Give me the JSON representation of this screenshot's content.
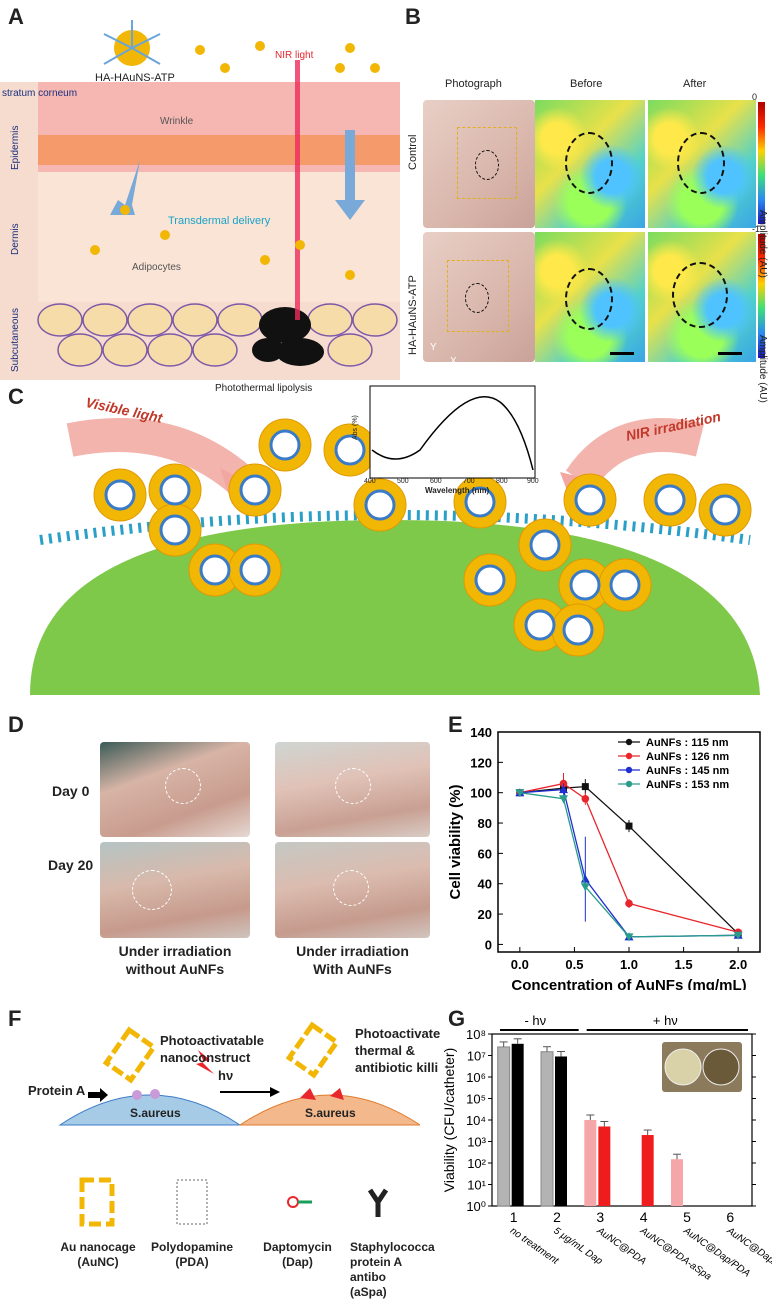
{
  "panels": {
    "A": {
      "label": "A",
      "particle_name": "HA-HAuNS-ATP",
      "nir_light": "NIR light",
      "layers": [
        "stratum corneum",
        "Epidermis",
        "Dermis",
        "Subcutaneous"
      ],
      "wrinkle": "Wrinkle",
      "transdermal": "Transdermal delivery",
      "adipocytes": "Adipocytes",
      "lipolysis": "Photothermal lipolysis"
    },
    "B": {
      "label": "B",
      "columns": [
        "Photograph",
        "Before",
        "After"
      ],
      "rows": [
        "Control",
        "HA-HAuNS-ATP"
      ],
      "colorbar_label": "Amplitude (AU)",
      "cb_max": "0",
      "cb_min": "-1",
      "axis_y": "Y",
      "axis_x": "X"
    },
    "C": {
      "label": "C",
      "visible": "Visible light",
      "nir": "NIR irradiation",
      "inset_ylabel": "Abs (%)",
      "inset_xlabel": "Wavelength (nm)",
      "inset_ticks": [
        "400",
        "500",
        "600",
        "700",
        "800",
        "900"
      ]
    },
    "D": {
      "label": "D",
      "rows": [
        "Day 0",
        "Day 20"
      ],
      "captions": [
        {
          "line1": "Under irradiation",
          "line2": "without AuNFs"
        },
        {
          "line1": "Under irradiation",
          "line2": "With AuNFs"
        }
      ]
    },
    "E": {
      "label": "E"
    },
    "F": {
      "label": "F",
      "nanoconstruct": [
        "Photoactivatable",
        "nanoconstruct"
      ],
      "hv": "hν",
      "result": [
        "Photoactivate",
        "thermal &",
        "antibiotic killi"
      ],
      "protein_a": "Protein A",
      "bacteria": "S.aureus",
      "legend": [
        {
          "line1": "Au nanocage",
          "line2": "(AuNC)"
        },
        {
          "line1": "Polydopamine",
          "line2": "(PDA)"
        },
        {
          "line1": "Daptomycin",
          "line2": "(Dap)"
        },
        {
          "line1": "Staphylococca",
          "line2": "protein A antibo",
          "line3": "(aSpa)"
        }
      ]
    },
    "G": {
      "label": "G",
      "minus_hv": "- hν",
      "plus_hv": "+ hν"
    }
  },
  "chart_data": [
    {
      "type": "line",
      "panel": "E",
      "xlabel": "Concentration of AuNFs (mg/mL)",
      "ylabel": "Cell viability (%)",
      "xlim": [
        -0.2,
        2.2
      ],
      "ylim": [
        -5,
        140
      ],
      "xticks": [
        "0.0",
        "0.5",
        "1.0",
        "1.5",
        "2.0"
      ],
      "yticks": [
        "0",
        "20",
        "40",
        "60",
        "80",
        "100",
        "120",
        "140"
      ],
      "legend_position": "top-right",
      "series": [
        {
          "name": "AuNFs : 115 nm",
          "color": "#111111",
          "marker": "square",
          "x": [
            0,
            0.4,
            0.6,
            1.0,
            2.0
          ],
          "y": [
            100,
            103,
            104,
            78,
            7
          ],
          "err": [
            1,
            3,
            5,
            4,
            2
          ]
        },
        {
          "name": "AuNFs : 126 nm",
          "color": "#e8262c",
          "marker": "circle",
          "x": [
            0,
            0.4,
            0.6,
            1.0,
            2.0
          ],
          "y": [
            100,
            106,
            96,
            27,
            8
          ],
          "err": [
            1,
            7,
            4,
            3,
            1
          ]
        },
        {
          "name": "AuNFs : 145 nm",
          "color": "#1f2fd1",
          "marker": "triangle",
          "x": [
            0,
            0.4,
            0.6,
            1.0,
            2.0
          ],
          "y": [
            100,
            102,
            43,
            5,
            6
          ],
          "err": [
            1,
            4,
            28,
            1,
            1
          ]
        },
        {
          "name": "AuNFs : 153 nm",
          "color": "#2a9c8c",
          "marker": "tri-down",
          "x": [
            0,
            0.4,
            0.6,
            1.0,
            2.0
          ],
          "y": [
            100,
            96,
            38,
            5,
            6
          ],
          "err": [
            1,
            3,
            3,
            1,
            1
          ]
        }
      ]
    },
    {
      "type": "bar",
      "panel": "G",
      "ylabel": "Viability (CFU/catheter)",
      "scale": "log",
      "ylim": [
        1,
        100000000
      ],
      "yticks": [
        "10⁰",
        "10¹",
        "10²",
        "10³",
        "10⁴",
        "10⁵",
        "10⁶",
        "10⁷",
        "10⁸"
      ],
      "categories": [
        {
          "num": "1",
          "name": "no treatment"
        },
        {
          "num": "2",
          "name": "5 μg/mL Dap"
        },
        {
          "num": "3",
          "name": "AuNC@PDA"
        },
        {
          "num": "4",
          "name": "AuNC@PDA-aSpa"
        },
        {
          "num": "5",
          "name": "AuNC@Dap/PDA"
        },
        {
          "num": "6",
          "name": "AuNC@Dap/PDA-aSpa"
        }
      ],
      "bars": [
        {
          "group": 1,
          "slot": 0,
          "value": 25000000,
          "style": "gray"
        },
        {
          "group": 1,
          "slot": 1,
          "value": 35000000,
          "style": "black"
        },
        {
          "group": 2,
          "slot": 0,
          "value": 15000000,
          "style": "gray"
        },
        {
          "group": 2,
          "slot": 1,
          "value": 9000000,
          "style": "black"
        },
        {
          "group": 3,
          "slot": 0,
          "value": 10000,
          "style": "pink"
        },
        {
          "group": 3,
          "slot": 1,
          "value": 5000,
          "style": "red"
        },
        {
          "group": 4,
          "slot": 1,
          "value": 2000,
          "style": "red"
        },
        {
          "group": 5,
          "slot": 0,
          "value": 150,
          "style": "pink"
        }
      ],
      "colors": {
        "gray": "#b3b3b3",
        "black": "#000000",
        "pink": "#f5a6a8",
        "red": "#ee1c1c"
      }
    }
  ]
}
